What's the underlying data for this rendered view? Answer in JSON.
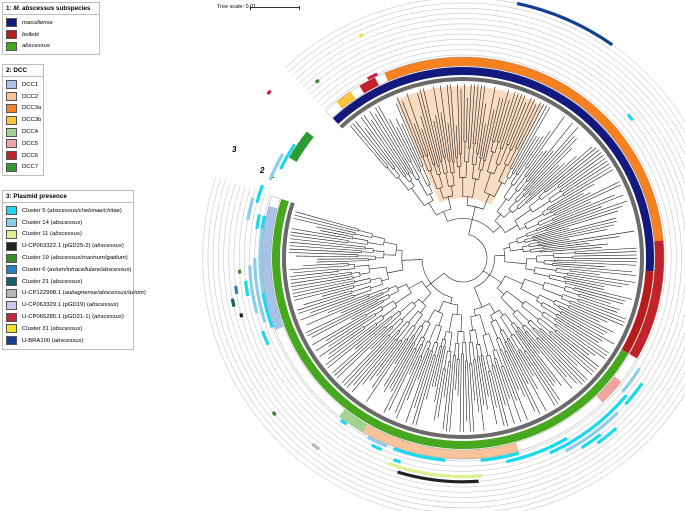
{
  "legend_subspecies": {
    "title_prefix": "1: ",
    "title_italic": "M. abscessus",
    "title_suffix": " subspecies",
    "items": [
      {
        "label": "massiliense",
        "color": "#141a7d"
      },
      {
        "label": "bolletii",
        "color": "#b71b1b"
      },
      {
        "label": "abscessus",
        "color": "#46a81f"
      }
    ]
  },
  "legend_dcc": {
    "title": "2: DCC",
    "items": [
      {
        "label": "DCC1",
        "color": "#a9c3e8"
      },
      {
        "label": "DCC2",
        "color": "#f8c39a"
      },
      {
        "label": "DCC3a",
        "color": "#f58120"
      },
      {
        "label": "DCC3b",
        "color": "#fcc33d"
      },
      {
        "label": "DCC4",
        "color": "#9fd590"
      },
      {
        "label": "DCC5",
        "color": "#f3a4a2"
      },
      {
        "label": "DCC6",
        "color": "#c32228"
      },
      {
        "label": "DCC7",
        "color": "#2c9b33"
      }
    ]
  },
  "legend_plasmid": {
    "title": "3: Plasmid presence",
    "items": [
      {
        "name": "Cluster 5",
        "species": "abscessus/chelonae/chitae",
        "color": "#19d9f1"
      },
      {
        "name": "Cluster 14",
        "species": "abscessus",
        "color": "#8ccde9"
      },
      {
        "name": "Cluster 11",
        "species": "abscessus",
        "color": "#d9f28f"
      },
      {
        "name": "U-CP063322.1 (pGD25-2)",
        "species": "abscessus",
        "color": "#222222"
      },
      {
        "name": "Cluster 19",
        "species": "abscessus/marinum/gadium",
        "color": "#3a8d2c"
      },
      {
        "name": "Cluster 6",
        "species": "avium/intracellulare/abscessus",
        "color": "#2a7fc2"
      },
      {
        "name": "Cluster 21",
        "species": "abscessus",
        "color": "#19606a"
      },
      {
        "name": "U-CP122998.1",
        "species": "aubagnense/abscessus/avium",
        "color": "#b8b8b8"
      },
      {
        "name": "U-CP063329.1 (pGD19)",
        "species": "abscessus",
        "color": "#cfc8ee"
      },
      {
        "name": "U-CP065285.1 (pGD21-1)",
        "species": "abscessus",
        "color": "#c42344"
      },
      {
        "name": "Cluster 31",
        "species": "abscessus",
        "color": "#f2e12c"
      },
      {
        "name": "U-BRA100",
        "species": "abscessus",
        "color": "#123f94"
      }
    ]
  },
  "tree_scale": {
    "label": "Tree scale: 0.01"
  },
  "ring_labels": [
    "1",
    "2",
    "3"
  ]
}
